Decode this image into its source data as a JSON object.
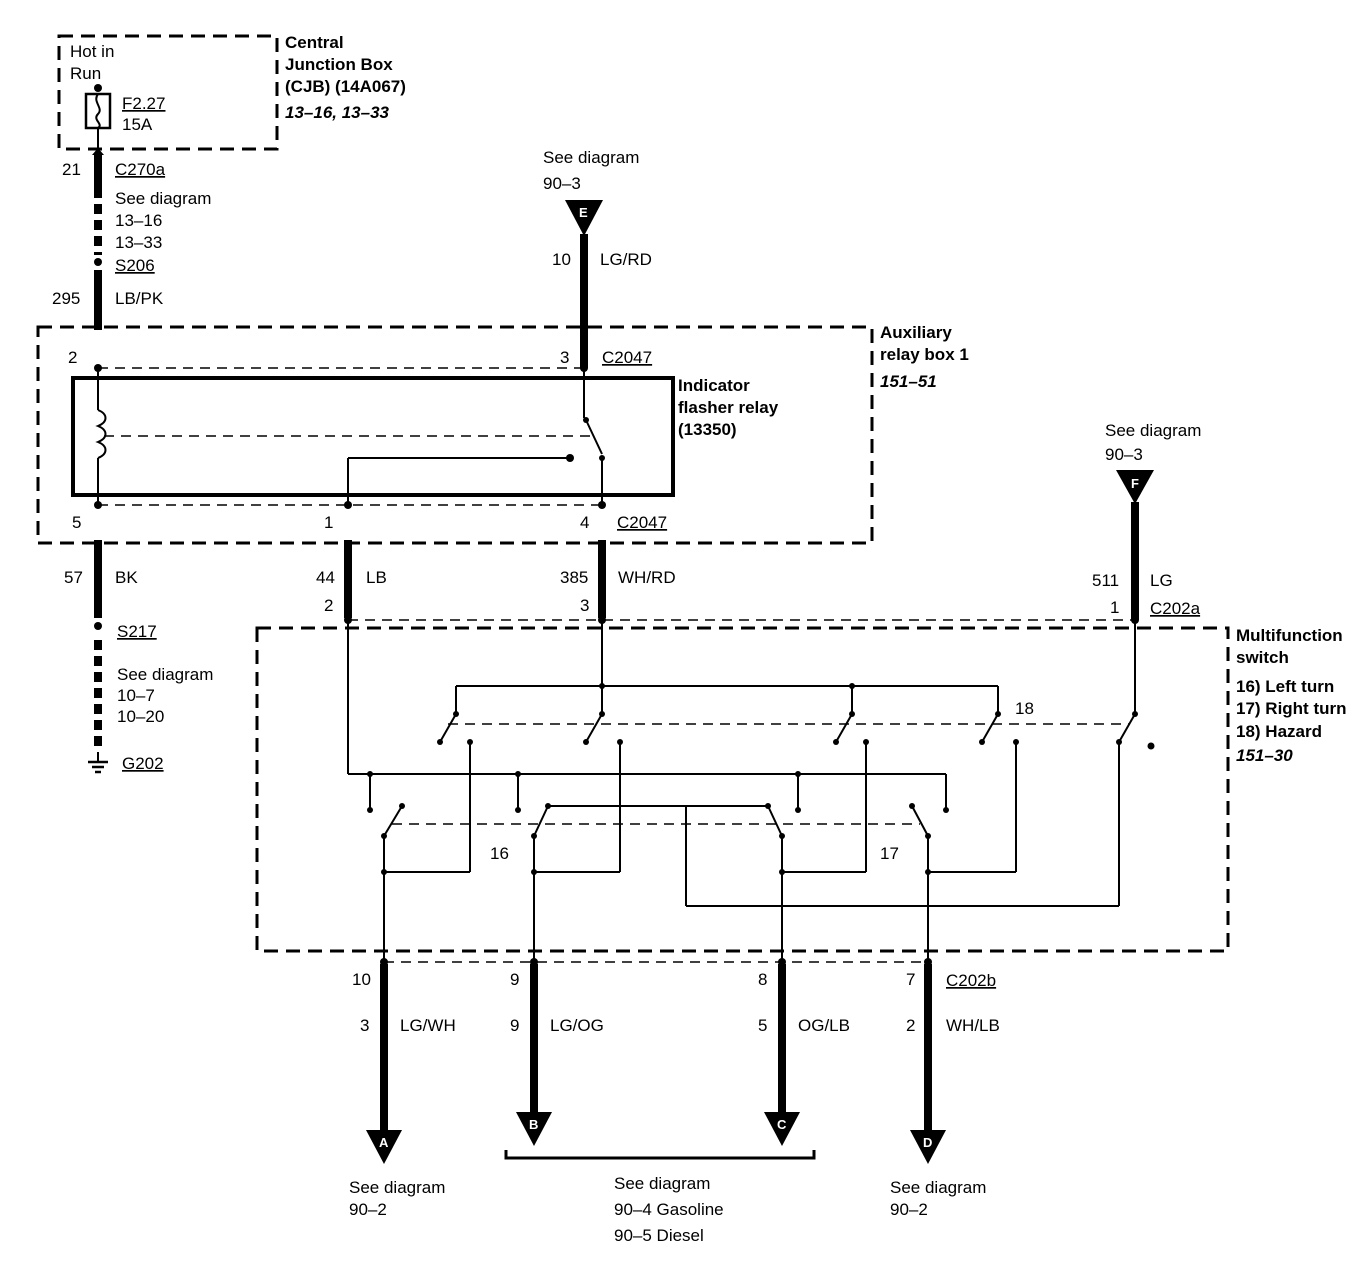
{
  "cjb": {
    "hot_label_1": "Hot in",
    "hot_label_2": "Run",
    "fuse_id": "F2.27",
    "fuse_rating": "15A",
    "title_1": "Central",
    "title_2": "Junction Box",
    "title_3": "(CJB) (14A067)",
    "ref": "13–16, 13–33"
  },
  "left_feed": {
    "pin_21": "21",
    "connector": "C270a",
    "see_1": "See diagram",
    "see_2": "13–16",
    "see_3": "13–33",
    "splice": "S206",
    "circuit": "295",
    "color": "LB/PK"
  },
  "e_feed": {
    "see_1": "See diagram",
    "see_2": "90–3",
    "letter": "E",
    "circuit": "10",
    "color": "LG/RD"
  },
  "relay_box": {
    "title_1": "Auxiliary",
    "title_2": "relay box 1",
    "ref": "151–51",
    "relay_1": "Indicator",
    "relay_2": "flasher relay",
    "relay_3": "(13350)",
    "pin_2": "2",
    "pin_3": "3",
    "pin_5": "5",
    "pin_1": "1",
    "pin_4": "4",
    "conn_top": "C2047",
    "conn_bottom": "C2047"
  },
  "ground": {
    "circuit": "57",
    "color": "BK",
    "splice": "S217",
    "see_1": "See diagram",
    "see_2": "10–7",
    "see_3": "10–20",
    "ground_id": "G202"
  },
  "mid_wires": {
    "lb_circuit": "44",
    "lb_color": "LB",
    "lb_pin": "2",
    "whrd_circuit": "385",
    "whrd_color": "WH/RD",
    "whrd_pin": "3"
  },
  "f_feed": {
    "see_1": "See diagram",
    "see_2": "90–3",
    "letter": "F",
    "circuit": "511",
    "color": "LG",
    "pin": "1",
    "connector": "C202a"
  },
  "mfs": {
    "title_1": "Multifunction",
    "title_2": "switch",
    "item_1": "16) Left turn",
    "item_2": "17) Right turn",
    "item_3": "18) Hazard",
    "ref": "151–30",
    "lbl_18": "18",
    "lbl_16": "16",
    "lbl_17": "17"
  },
  "outputs": {
    "a_pin": "10",
    "a_circuit": "3",
    "a_color": "LG/WH",
    "a_letter": "A",
    "b_pin": "9",
    "b_circuit": "9",
    "b_color": "LG/OG",
    "b_letter": "B",
    "c_pin": "8",
    "c_circuit": "5",
    "c_color": "OG/LB",
    "c_letter": "C",
    "d_pin": "7",
    "d_circuit": "2",
    "d_color": "WH/LB",
    "d_letter": "D",
    "connector": "C202b"
  },
  "bottom_refs": {
    "a_see_1": "See diagram",
    "a_see_2": "90–2",
    "bc_see_1": "See diagram",
    "bc_see_2": "90–4 Gasoline",
    "bc_see_3": "90–5 Diesel",
    "d_see_1": "See diagram",
    "d_see_2": "90–2"
  }
}
